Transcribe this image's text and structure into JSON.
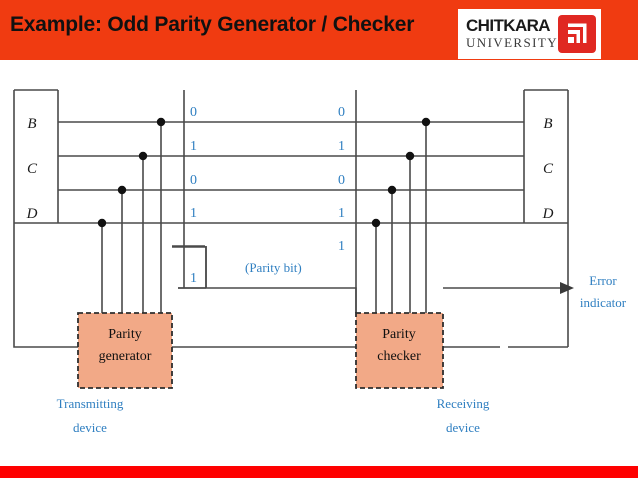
{
  "header": {
    "title": "Example: Odd Parity Generator / Checker",
    "bar_color": "#f03b11",
    "logo": {
      "name": "CHITKARA",
      "subtitle": "UNIVERSITY",
      "mark_color": "#e02822",
      "mark_icon": "chitkara-mark-icon"
    }
  },
  "footer": {
    "bar_color": "#fe0000"
  },
  "diagram": {
    "type": "block-diagram",
    "title": "Odd Parity Generator / Checker",
    "transmitting": {
      "device_label_line1": "Transmitting",
      "device_label_line2": "device",
      "block_label_line1": "Parity",
      "block_label_line2": "generator",
      "block_fill": "#f2a987",
      "block_border": "#3a3a3a",
      "output_bit": "1",
      "data_labels": [
        "B",
        "C",
        "D"
      ],
      "bus_bits": [
        "0",
        "1",
        "0",
        "1"
      ]
    },
    "channel": {
      "parity_bit_label": "(Parity bit)"
    },
    "receiving": {
      "device_label_line1": "Receiving",
      "device_label_line2": "device",
      "block_label_line1": "Parity",
      "block_label_line2": "checker",
      "block_fill": "#f2a987",
      "block_border": "#3a3a3a",
      "data_labels": [
        "B",
        "C",
        "D"
      ],
      "bus_bits": [
        "0",
        "1",
        "0",
        "1",
        "1"
      ],
      "output_label_line1": "Error",
      "output_label_line2": "indicator"
    },
    "colors": {
      "wire": "#4a4a4a",
      "bit_text": "#2f7fc1",
      "blue_label": "#2f7fc1",
      "block_fill": "#f2a987"
    }
  }
}
